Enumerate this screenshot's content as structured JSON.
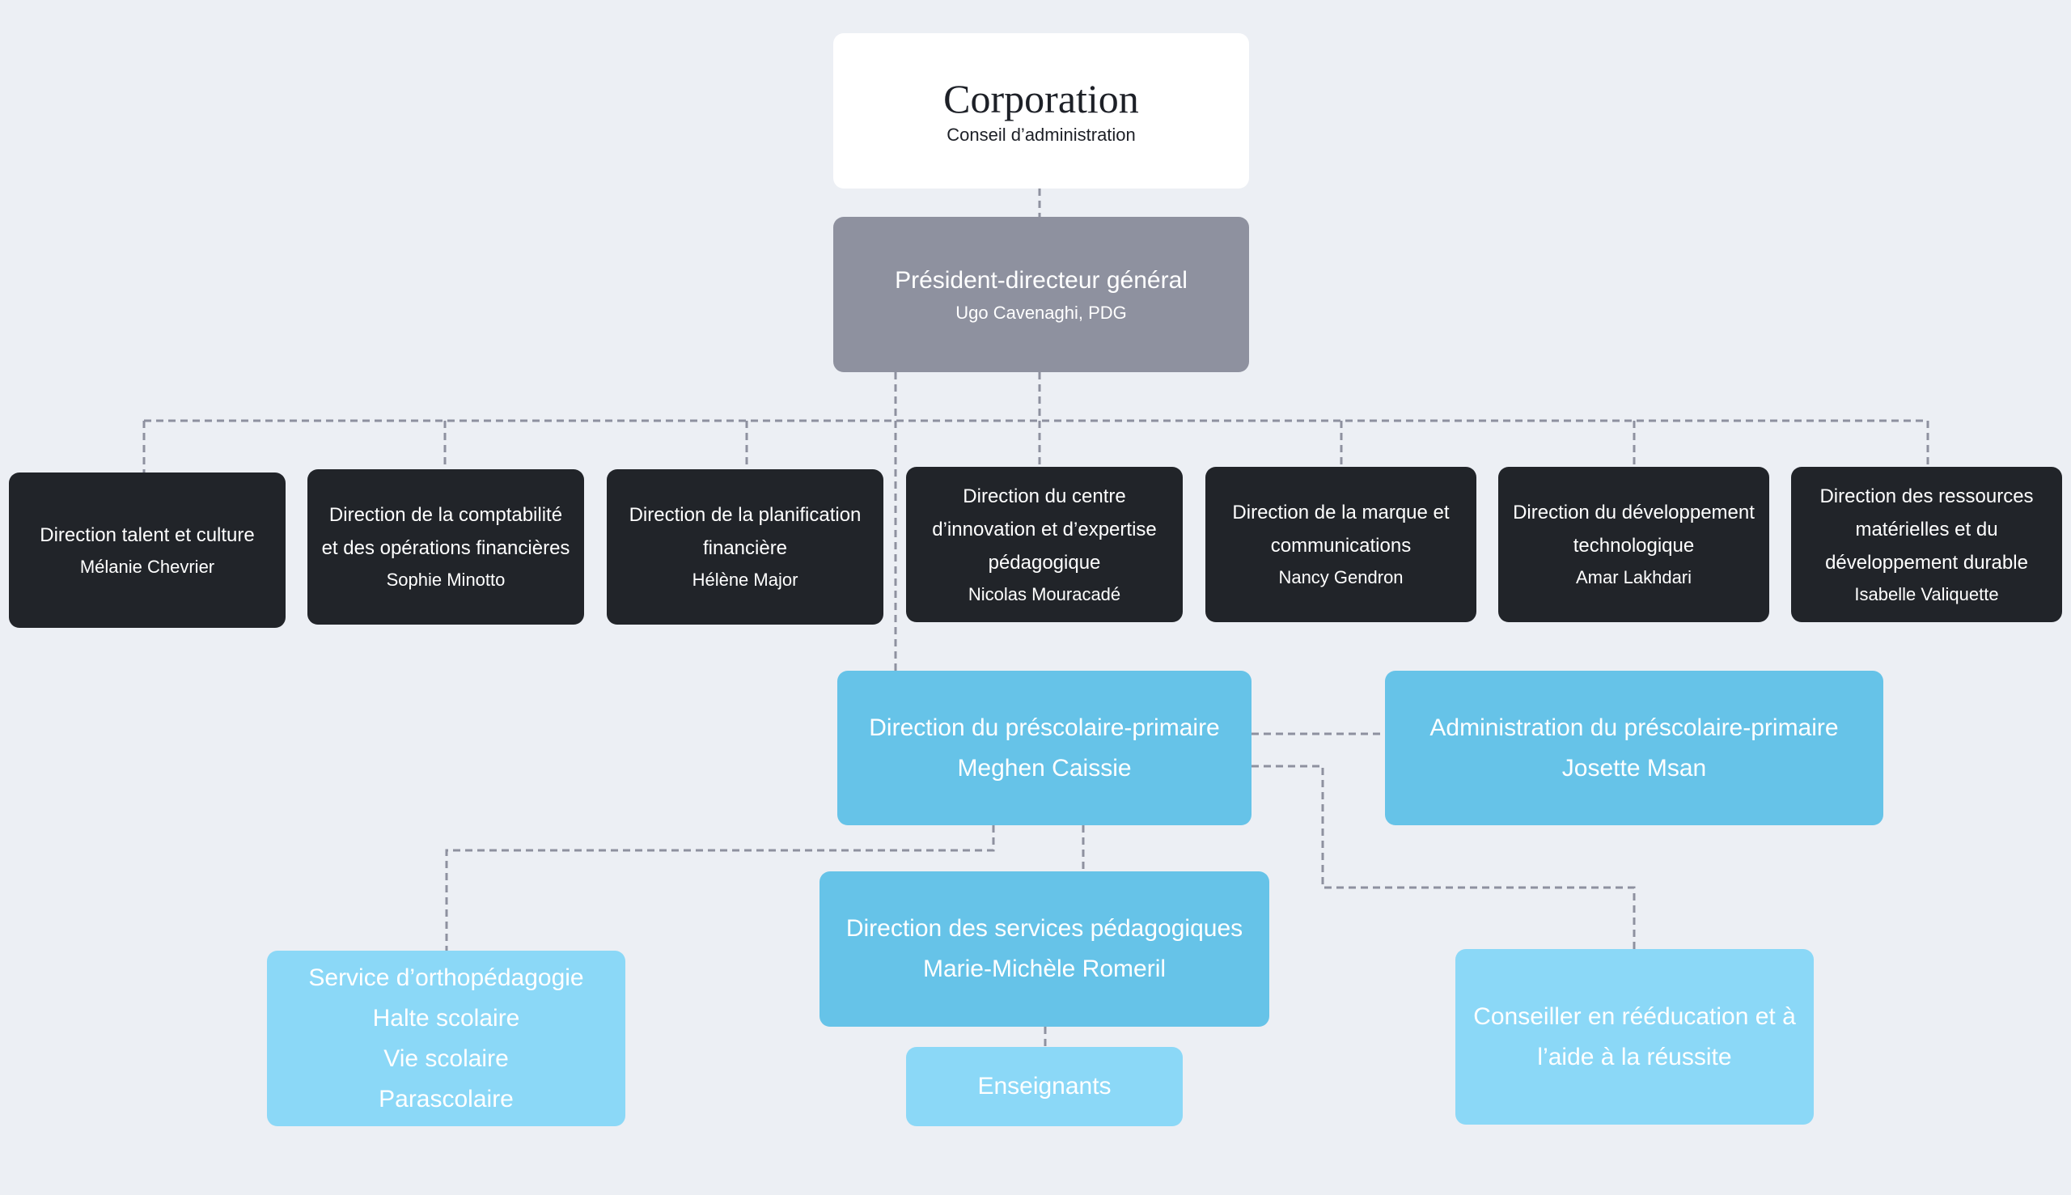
{
  "corporation": {
    "title": "Corporation",
    "subtitle": "Conseil d’administration"
  },
  "ceo": {
    "title": "Président-directeur général",
    "name": "Ugo Cavenaghi, PDG"
  },
  "directions": [
    {
      "title": "Direction talent et culture",
      "name": "Mélanie Chevrier"
    },
    {
      "title": "Direction de la comptabilité et des opérations financières",
      "name": "Sophie Minotto"
    },
    {
      "title": "Direction de la planification financière",
      "name": "Hélène Major"
    },
    {
      "title": "Direction du centre d’innovation et d’expertise pédagogique",
      "name": "Nicolas Mouracadé"
    },
    {
      "title": "Direction de la marque et communications",
      "name": "Nancy Gendron"
    },
    {
      "title": "Direction du développement technologique",
      "name": "Amar Lakhdari"
    },
    {
      "title": "Direction des ressources matérielles et du développement durable",
      "name": "Isabelle Valiquette"
    }
  ],
  "prescolaire": {
    "title": "Direction du préscolaire-primaire",
    "name": "Meghen Caissie"
  },
  "administration": {
    "title": "Administration du préscolaire-primaire",
    "name": "Josette Msan"
  },
  "services_pedagogiques": {
    "title": "Direction des services pédagogiques",
    "name": "Marie-Michèle Romeril"
  },
  "orthopedagogie": {
    "lines": [
      "Service d’orthopédagogie",
      "Halte scolaire",
      "Vie scolaire",
      "Parascolaire"
    ]
  },
  "enseignants": {
    "title": "Enseignants"
  },
  "conseiller": {
    "title": "Conseiller en rééducation et à l’aide à la réussite"
  },
  "colors": {
    "background": "#ECEFF4",
    "corporation": "#FFFFFF",
    "ceo": "#8E919F",
    "direction": "#212429",
    "primary_blue": "#66C3E8",
    "light_blue": "#8BD8F7",
    "connector": "#8E919F"
  }
}
